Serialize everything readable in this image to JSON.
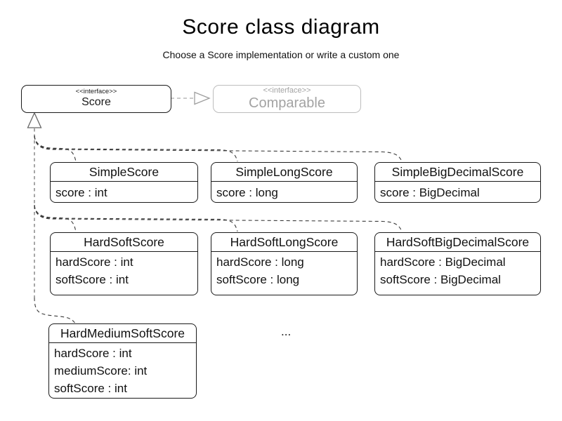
{
  "diagram": {
    "title": "Score class diagram",
    "subtitle": "Choose a Score implementation or write a custom one",
    "ellipsis": "..."
  },
  "interfaces": [
    {
      "stereotype": "<<interface>>",
      "name": "Score"
    },
    {
      "stereotype": "<<interface>>",
      "name": "Comparable"
    }
  ],
  "classes": [
    {
      "name": "SimpleScore",
      "attributes": [
        "score : int"
      ]
    },
    {
      "name": "SimpleLongScore",
      "attributes": [
        "score : long"
      ]
    },
    {
      "name": "SimpleBigDecimalScore",
      "attributes": [
        "score : BigDecimal"
      ]
    },
    {
      "name": "HardSoftScore",
      "attributes": [
        "hardScore : int",
        "softScore : int"
      ]
    },
    {
      "name": "HardSoftLongScore",
      "attributes": [
        "hardScore : long",
        "softScore : long"
      ]
    },
    {
      "name": "HardSoftBigDecimalScore",
      "attributes": [
        "hardScore : BigDecimal",
        "softScore : BigDecimal"
      ]
    },
    {
      "name": "HardMediumSoftScore",
      "attributes": [
        "hardScore : int",
        "mediumScore: int",
        "softScore : int"
      ]
    }
  ],
  "colors": {
    "box_border": "#1a1a1a",
    "muted_border": "#bdbdbd",
    "muted_text": "#a3a3a3",
    "connector": "#3a3a3a",
    "trunk": "#808080"
  }
}
